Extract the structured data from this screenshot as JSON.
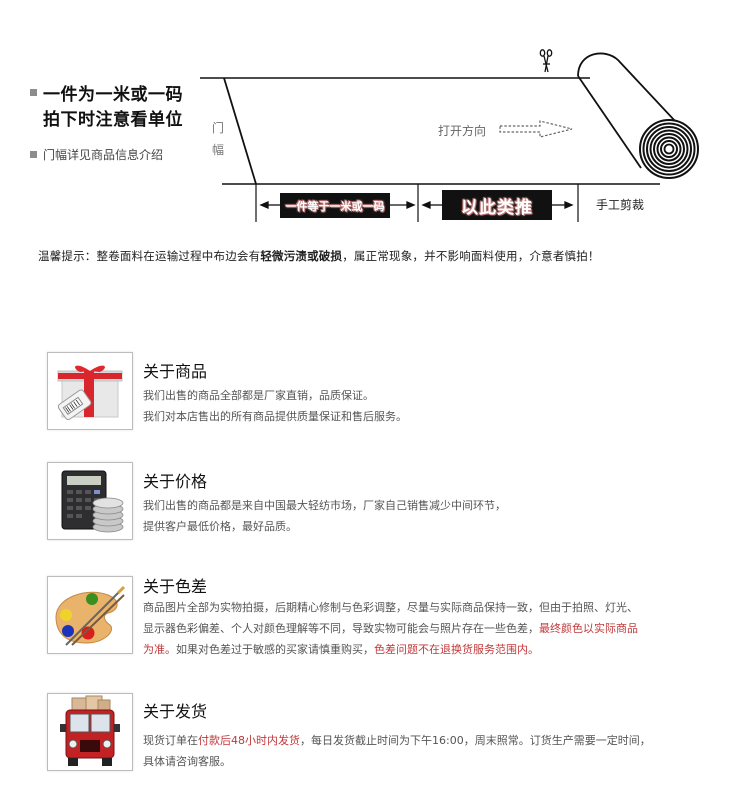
{
  "note": {
    "line1": "一件为一米或一码",
    "line2": "拍下时注意看单位",
    "line3": "门幅详见商品信息介绍"
  },
  "diagram": {
    "width_label_1": "门",
    "width_label_2": "幅",
    "direction_label": "打开方向",
    "segment_1_label": "一件等于一米或一码",
    "segment_2_label": "以此类推",
    "cut_label": "手工剪裁",
    "icons": [
      "scissors-icon",
      "fabric-roll-icon",
      "dashed-arrow-icon"
    ]
  },
  "tip": {
    "prefix": "温馨提示：整卷面料在运输过程中布边会有",
    "bold": "轻微污渍或破损",
    "suffix": "，属正常现象，并不影响面料使用，介意者慎拍！"
  },
  "sections": [
    {
      "icon": "gift-box-icon",
      "title": "关于商品",
      "lines": [
        [
          {
            "t": "我们出售的商品全部都是厂家直销，品质保证。"
          }
        ],
        [
          {
            "t": "我们对本店售出的所有商品提供质量保证和售后服务。"
          }
        ]
      ]
    },
    {
      "icon": "calculator-coins-icon",
      "title": "关于价格",
      "lines": [
        [
          {
            "t": "我们出售的商品都是来自中国最大轻纺市场，厂家自己销售减少中间环节，"
          }
        ],
        [
          {
            "t": "提供客户最低价格，最好品质。"
          }
        ]
      ]
    },
    {
      "icon": "paint-palette-icon",
      "title": "关于色差",
      "lines": [
        [
          {
            "t": "商品图片全部为实物拍摄，后期精心修制与色彩调整，尽量与实际商品保持一致，但由于拍照、灯光、"
          }
        ],
        [
          {
            "t": "显示器色彩偏差、个人对颜色理解等不同，导致实物可能会与照片存在一些色差，"
          },
          {
            "t": "最终颜色以实际商品",
            "red": true
          }
        ],
        [
          {
            "t": "为准。",
            "red": true
          },
          {
            "t": "如果对色差过于敏感的买家请慎重购买，"
          },
          {
            "t": "色差问题不在退换货服务范围内。",
            "red": true
          }
        ]
      ]
    },
    {
      "icon": "delivery-truck-icon",
      "title": "关于发货",
      "lines": [
        [
          {
            "t": "现货订单在"
          },
          {
            "t": "付款后48小时内发货",
            "red": true
          },
          {
            "t": "，每日发货截止时间为下午16:00，周末照常。订货生产需要一定时间，"
          }
        ],
        [
          {
            "t": "具体请咨询客服。"
          }
        ]
      ]
    }
  ],
  "colors": {
    "highlight_red": "#c0393b",
    "label_bg": "#111111",
    "bullet_gray": "#8c8c8c"
  }
}
